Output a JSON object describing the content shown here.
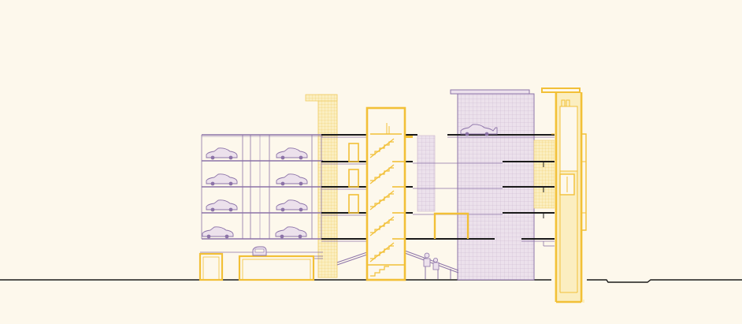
{
  "drawing": {
    "kind": "building-section-elevation",
    "palette": {
      "background": "#fdf8ec",
      "line": "#1a1a1a",
      "yellow": "#f2c037",
      "yellow_fill": "#fbe9a8",
      "purple": "#8c73a8",
      "purple_fill": "#ece1ec"
    },
    "parking_rack": {
      "levels": 4,
      "columns": 2,
      "cars_per_level": 2
    },
    "parking_floors": 4,
    "stair_flights": 6,
    "roof_car": 1,
    "ground_car": 1
  }
}
